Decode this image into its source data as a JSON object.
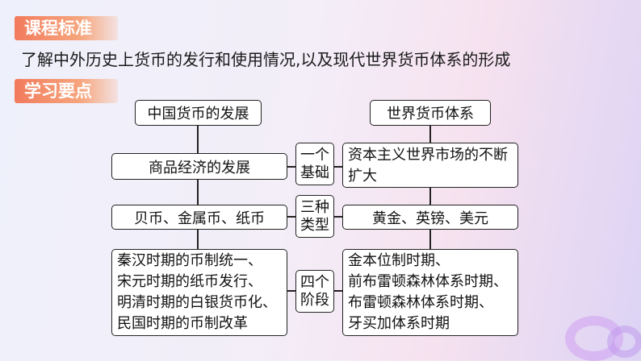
{
  "header": {
    "standard_tag": "课程标准",
    "standard_text": "了解中外历史上货币的发行和使用情况,以及现代世界货币体系的形成",
    "points_tag": "学习要点"
  },
  "diagram": {
    "left_title": "中国货币的发展",
    "right_title": "世界货币体系",
    "left_nodes": [
      "商品经济的发展",
      "贝币、金属币、纸币"
    ],
    "left_bottom_lines": [
      "秦汉时期的币制统一、",
      "宋元时期的纸币发行、",
      "明清时期的白银货币化、",
      "民国时期的币制改革"
    ],
    "mid_nodes": [
      {
        "line1": "一个",
        "line2": "基础"
      },
      {
        "line1": "三种",
        "line2": "类型"
      },
      {
        "line1": "四个",
        "line2": "阶段"
      }
    ],
    "right_nodes": [
      "资本主义世界市场的不断扩大",
      "黄金、英镑、美元"
    ],
    "right_bottom_lines": [
      "金本位制时期、",
      "前布雷顿森林体系时期、",
      "布雷顿森林体系时期、",
      "牙买加体系时期"
    ]
  },
  "colors": {
    "tag_orange": "#f27b5c",
    "border": "#222222"
  }
}
